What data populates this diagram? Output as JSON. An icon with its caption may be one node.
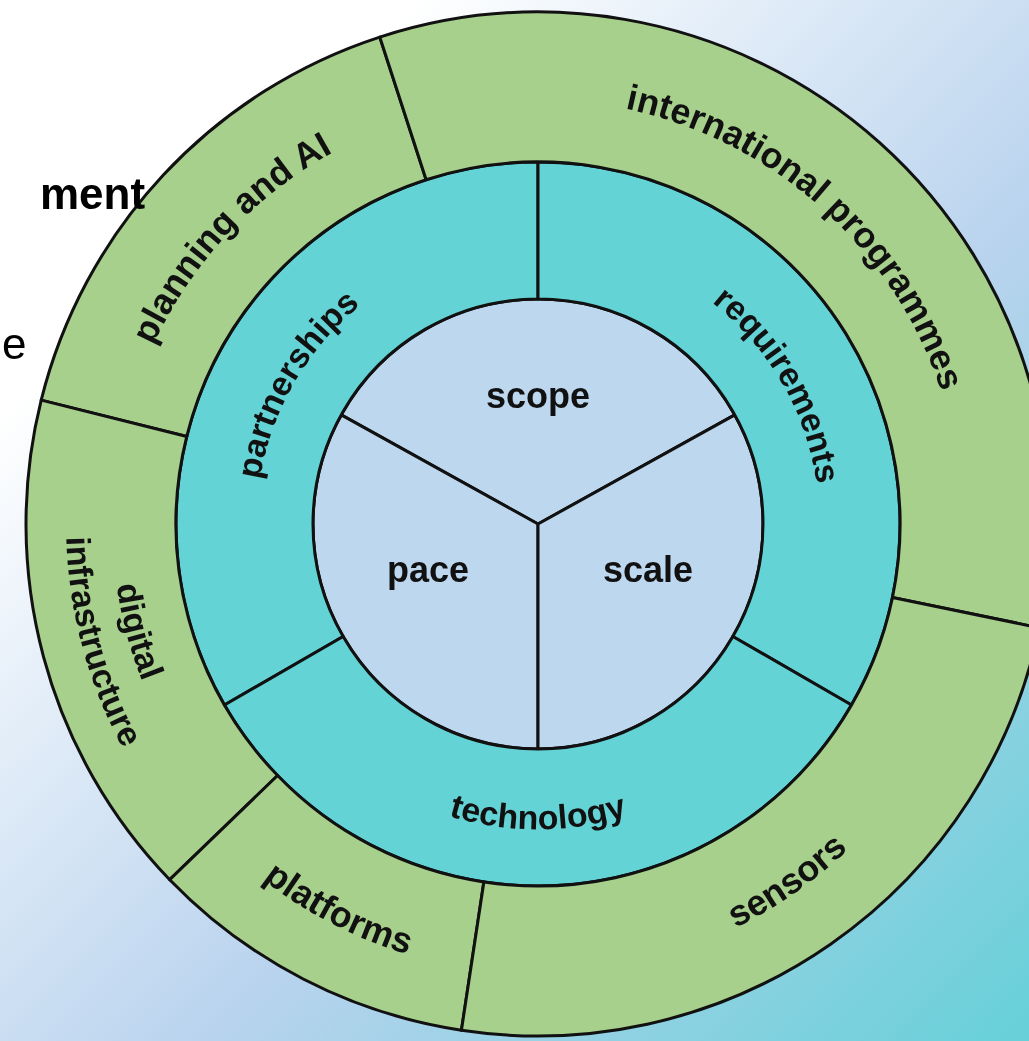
{
  "diagram": {
    "nodes": [
      {
        "text": [
          "scope"
        ]
      },
      {
        "text": [
          "pace"
        ]
      },
      {
        "text": [
          "scale"
        ]
      },
      {
        "text": [
          "partnerships"
        ]
      },
      {
        "text": [
          "requirements"
        ]
      },
      {
        "text": [
          "technology"
        ]
      },
      {
        "text": [
          "planning and AI"
        ]
      },
      {
        "text": [
          "international programmes"
        ]
      },
      {
        "text": [
          "digital infrastructure"
        ]
      },
      {
        "text": [
          "platforms"
        ]
      },
      {
        "text": [
          "sensors"
        ]
      }
    ],
    "labels": [
      "ment",
      "e"
    ]
  }
}
